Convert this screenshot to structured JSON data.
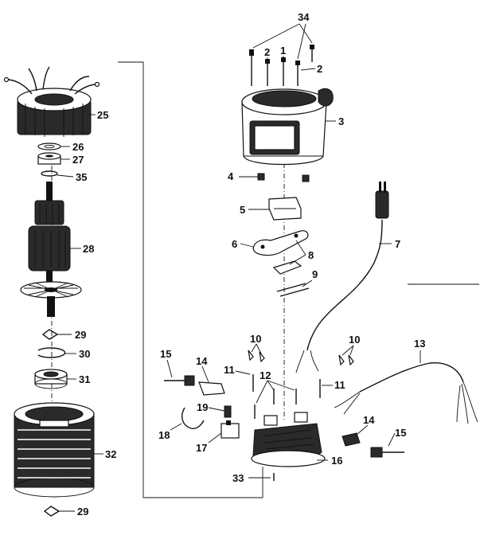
{
  "labels": [
    {
      "id": "34",
      "text": "34"
    },
    {
      "id": "2a",
      "text": "2"
    },
    {
      "id": "1",
      "text": "1"
    },
    {
      "id": "2b",
      "text": "2"
    },
    {
      "id": "3",
      "text": "3"
    },
    {
      "id": "4",
      "text": "4"
    },
    {
      "id": "5",
      "text": "5"
    },
    {
      "id": "6",
      "text": "6"
    },
    {
      "id": "7",
      "text": "7"
    },
    {
      "id": "8",
      "text": "8"
    },
    {
      "id": "9",
      "text": "9"
    },
    {
      "id": "10a",
      "text": "10"
    },
    {
      "id": "10b",
      "text": "10"
    },
    {
      "id": "11a",
      "text": "11"
    },
    {
      "id": "11b",
      "text": "11"
    },
    {
      "id": "12",
      "text": "12"
    },
    {
      "id": "13",
      "text": "13"
    },
    {
      "id": "14a",
      "text": "14"
    },
    {
      "id": "14b",
      "text": "14"
    },
    {
      "id": "15a",
      "text": "15"
    },
    {
      "id": "15b",
      "text": "15"
    },
    {
      "id": "16",
      "text": "16"
    },
    {
      "id": "17",
      "text": "17"
    },
    {
      "id": "18",
      "text": "18"
    },
    {
      "id": "19",
      "text": "19"
    },
    {
      "id": "25",
      "text": "25"
    },
    {
      "id": "26",
      "text": "26"
    },
    {
      "id": "27",
      "text": "27"
    },
    {
      "id": "28",
      "text": "28"
    },
    {
      "id": "29a",
      "text": "29"
    },
    {
      "id": "29b",
      "text": "29"
    },
    {
      "id": "30",
      "text": "30"
    },
    {
      "id": "31",
      "text": "31"
    },
    {
      "id": "32",
      "text": "32"
    },
    {
      "id": "33",
      "text": "33"
    },
    {
      "id": "35",
      "text": "35"
    }
  ]
}
